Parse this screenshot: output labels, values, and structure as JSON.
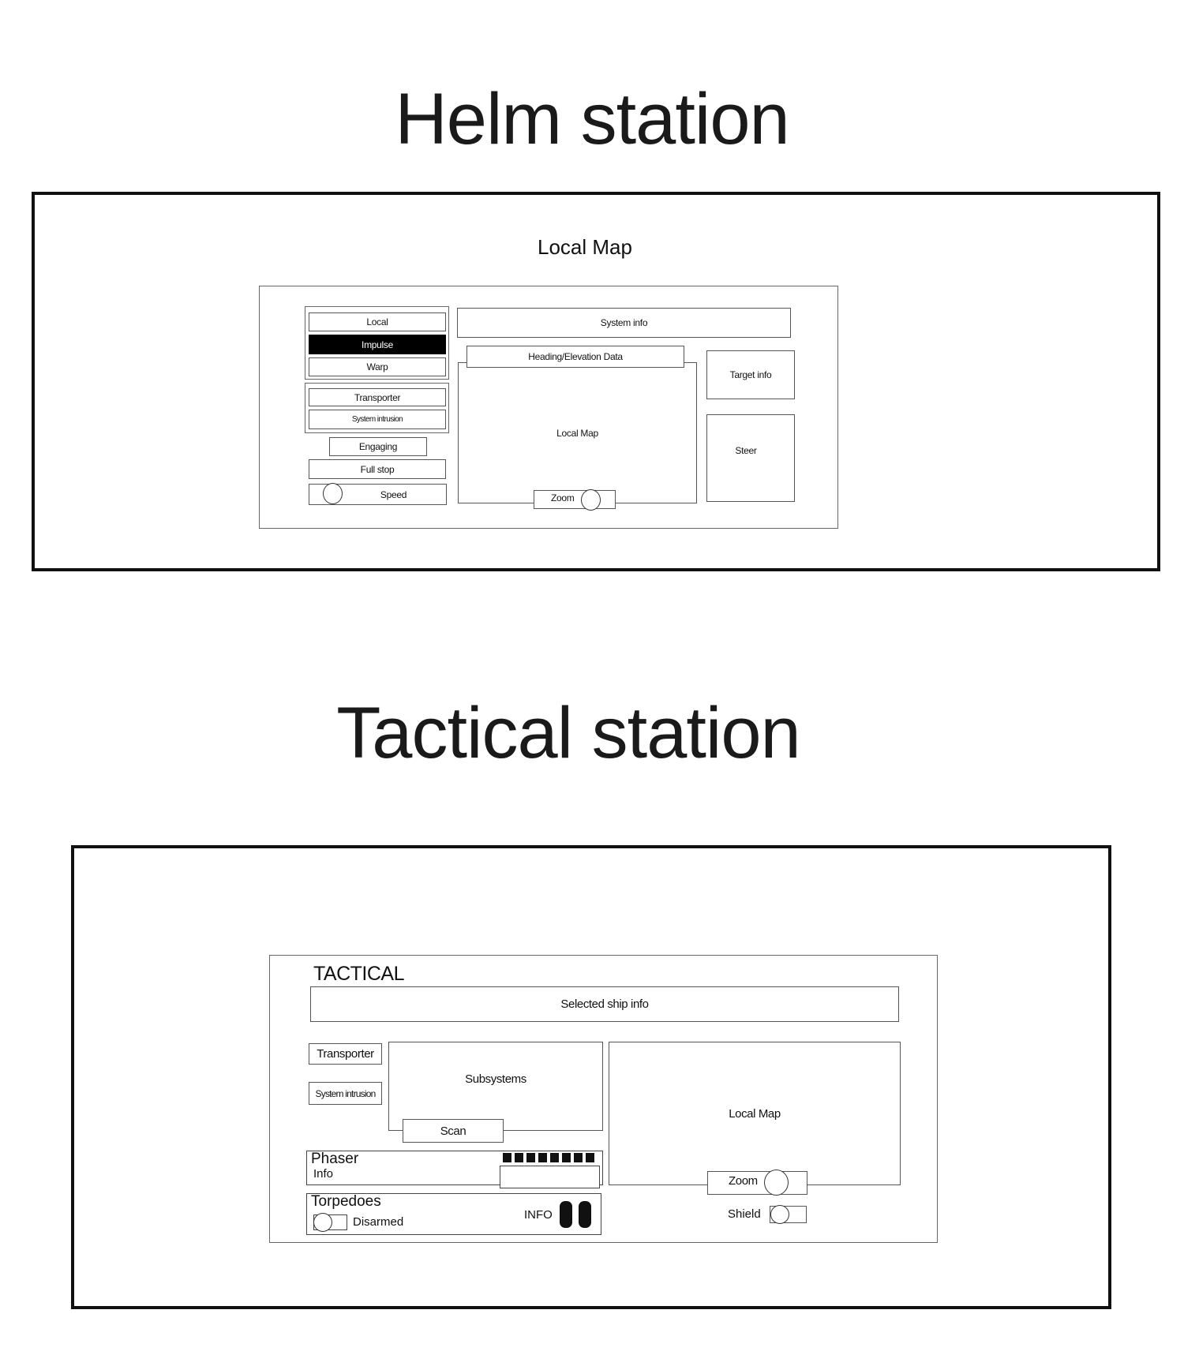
{
  "helm": {
    "title": "Helm station",
    "screen_label": "Local Map",
    "buttons": {
      "local": "Local",
      "impulse": "Impulse",
      "warp": "Warp",
      "transporter": "Transporter",
      "system_intrusion": "System intrusion",
      "engaging": "Engaging",
      "full_stop": "Full stop",
      "speed": "Speed"
    },
    "panels": {
      "system_info": "System info",
      "heading": "Heading/Elevation Data",
      "local_map": "Local Map",
      "zoom": "Zoom",
      "target_info": "Target info",
      "steer": "Steer"
    }
  },
  "tactical": {
    "title": "Tactical station",
    "header": "TACTICAL",
    "selected_ship_info": "Selected ship info",
    "transporter": "Transporter",
    "system_intrusion": "System intrusion",
    "subsystems": "Subsystems",
    "scan": "Scan",
    "local_map": "Local Map",
    "zoom": "Zoom",
    "shield": "Shield",
    "phaser": {
      "label": "Phaser",
      "info": "Info",
      "charge_segments": 8
    },
    "torpedoes": {
      "label": "Torpedoes",
      "status": "Disarmed",
      "info": "INFO"
    }
  }
}
